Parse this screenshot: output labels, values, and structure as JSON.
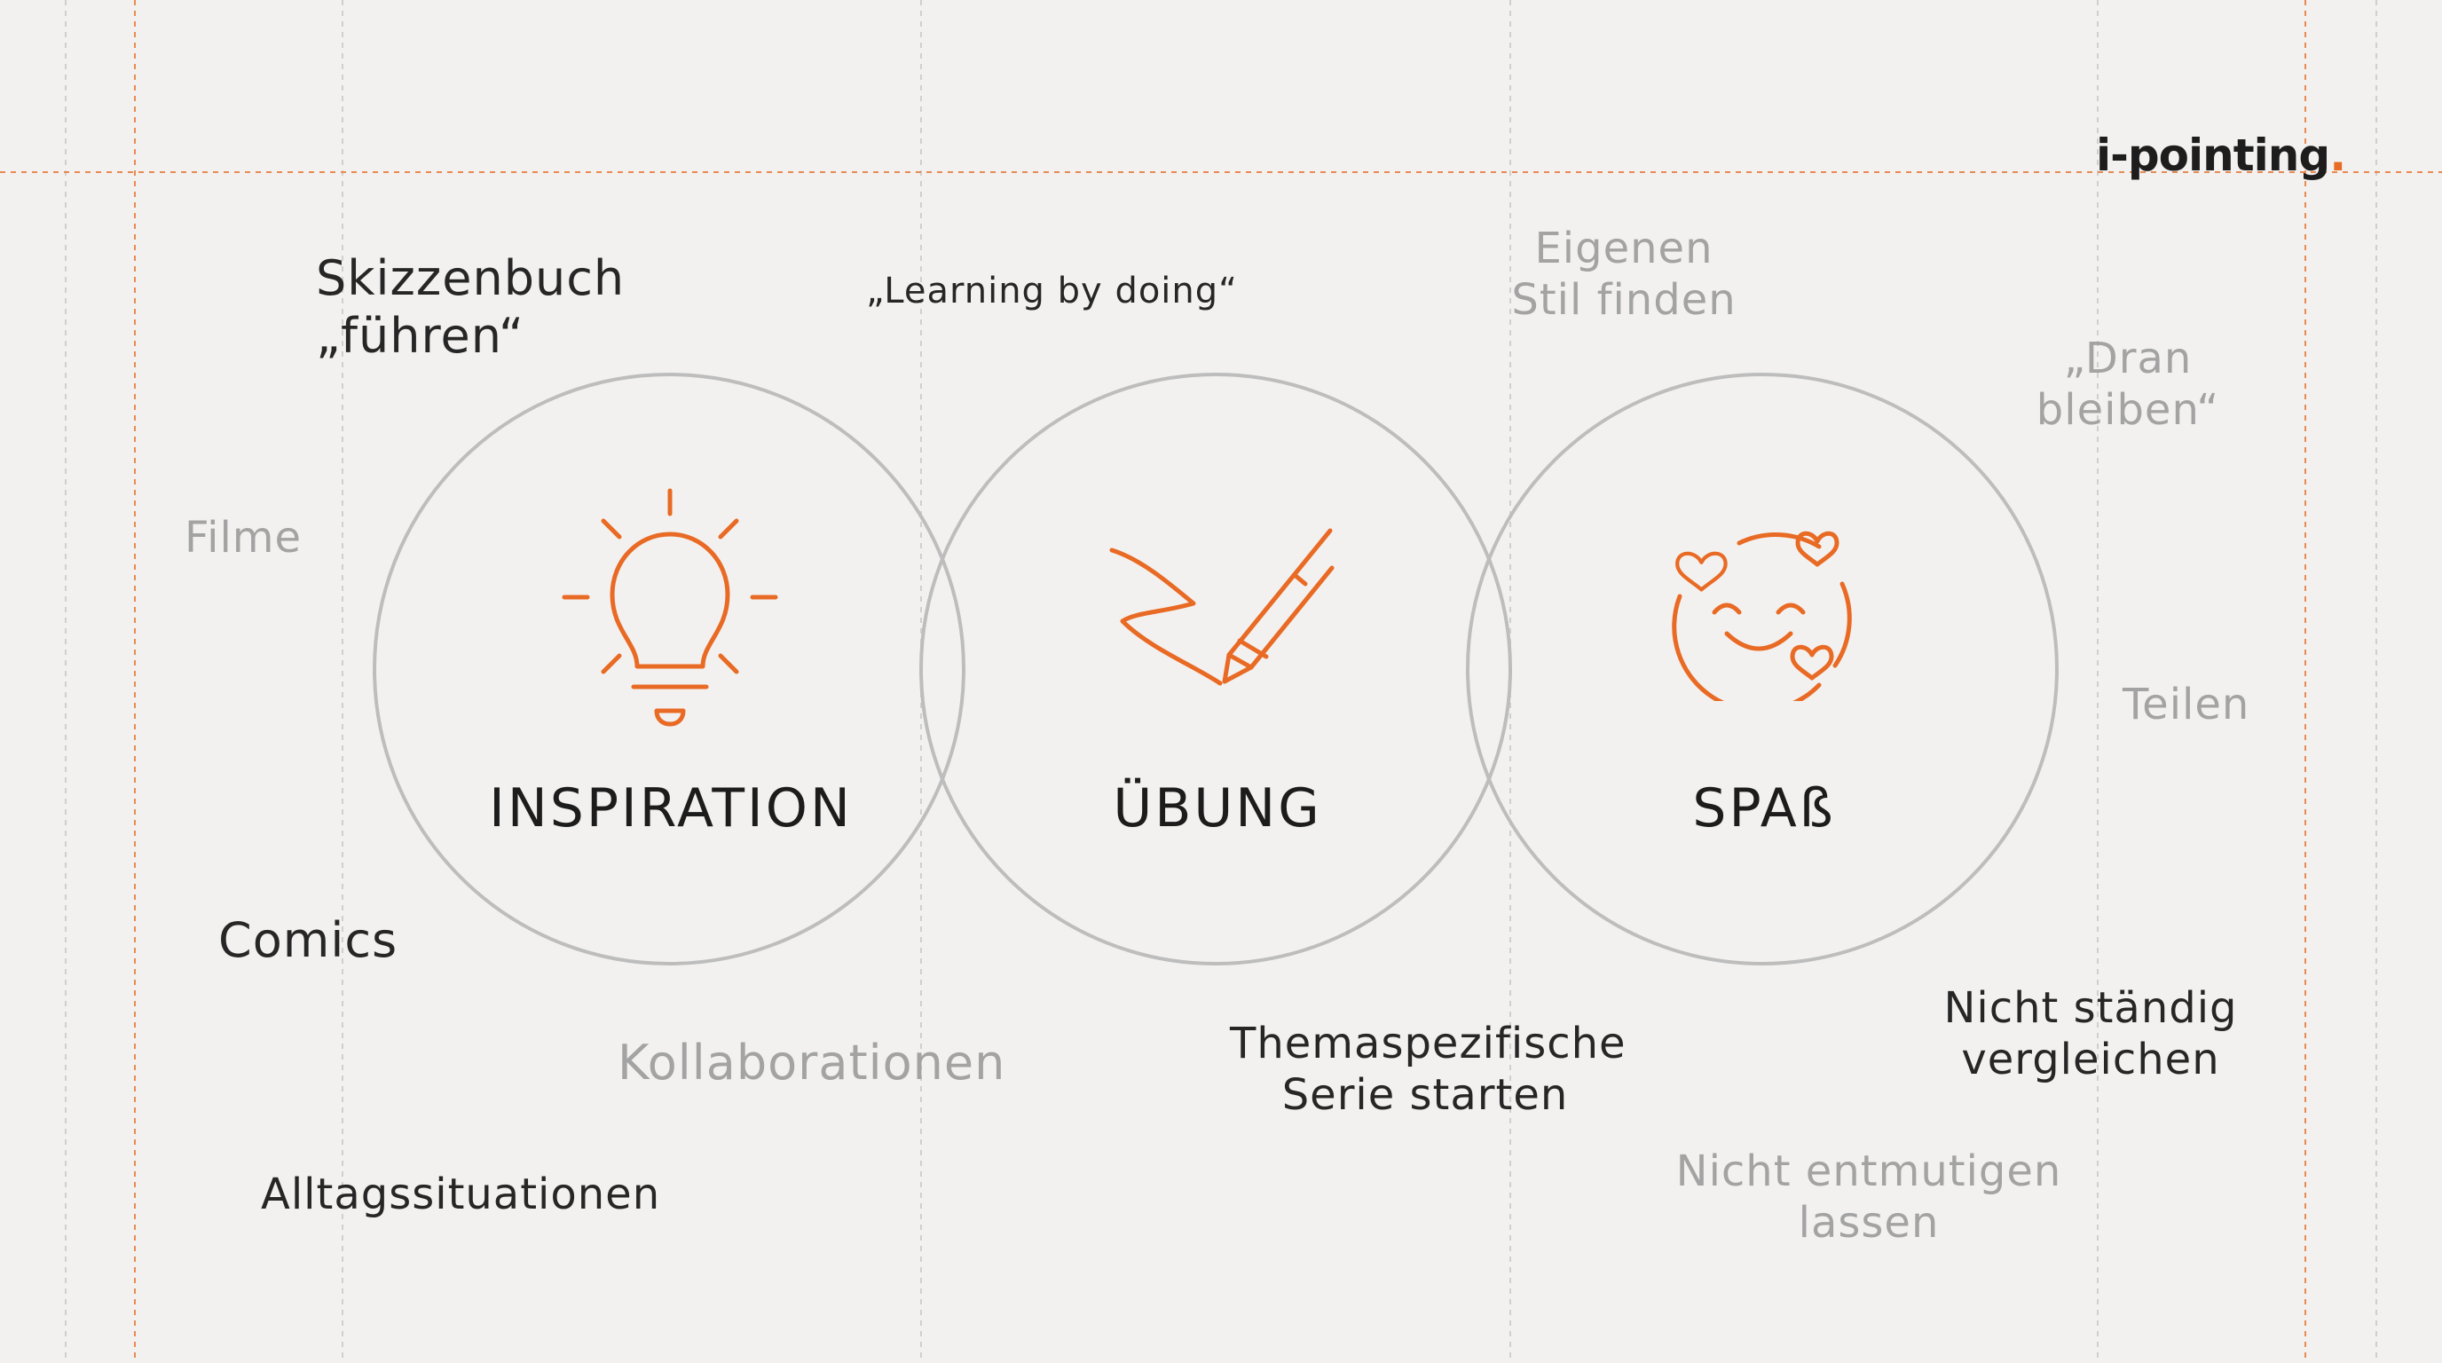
{
  "brand": {
    "logo_text": "i-pointing",
    "logo_dot": ".",
    "accent_color": "#e86a24"
  },
  "circles": [
    {
      "title": "INSPIRATION",
      "icon": "lightbulb-icon"
    },
    {
      "title": "ÜBUNG",
      "icon": "pen-drawing-icon"
    },
    {
      "title": "SPAß",
      "icon": "smiley-hearts-icon"
    }
  ],
  "labels": {
    "skizzenbuch_1": "Skizzenbuch",
    "skizzenbuch_2": "„führen“",
    "filme": "Filme",
    "comics": "Comics",
    "alltag": "Alltagssituationen",
    "kollaborationen": "Kollaborationen",
    "learning": "„Learning by doing“",
    "thema_1": "Themaspezifische",
    "thema_2": "Serie starten",
    "eigenen_1": "Eigenen",
    "eigenen_2": "Stil finden",
    "dran_1": "„Dran",
    "dran_2": "bleiben“",
    "teilen": "Teilen",
    "vergleichen_1": "Nicht ständig",
    "vergleichen_2": "vergleichen",
    "entmutigen_1": "Nicht entmutigen",
    "entmutigen_2": "lassen"
  }
}
